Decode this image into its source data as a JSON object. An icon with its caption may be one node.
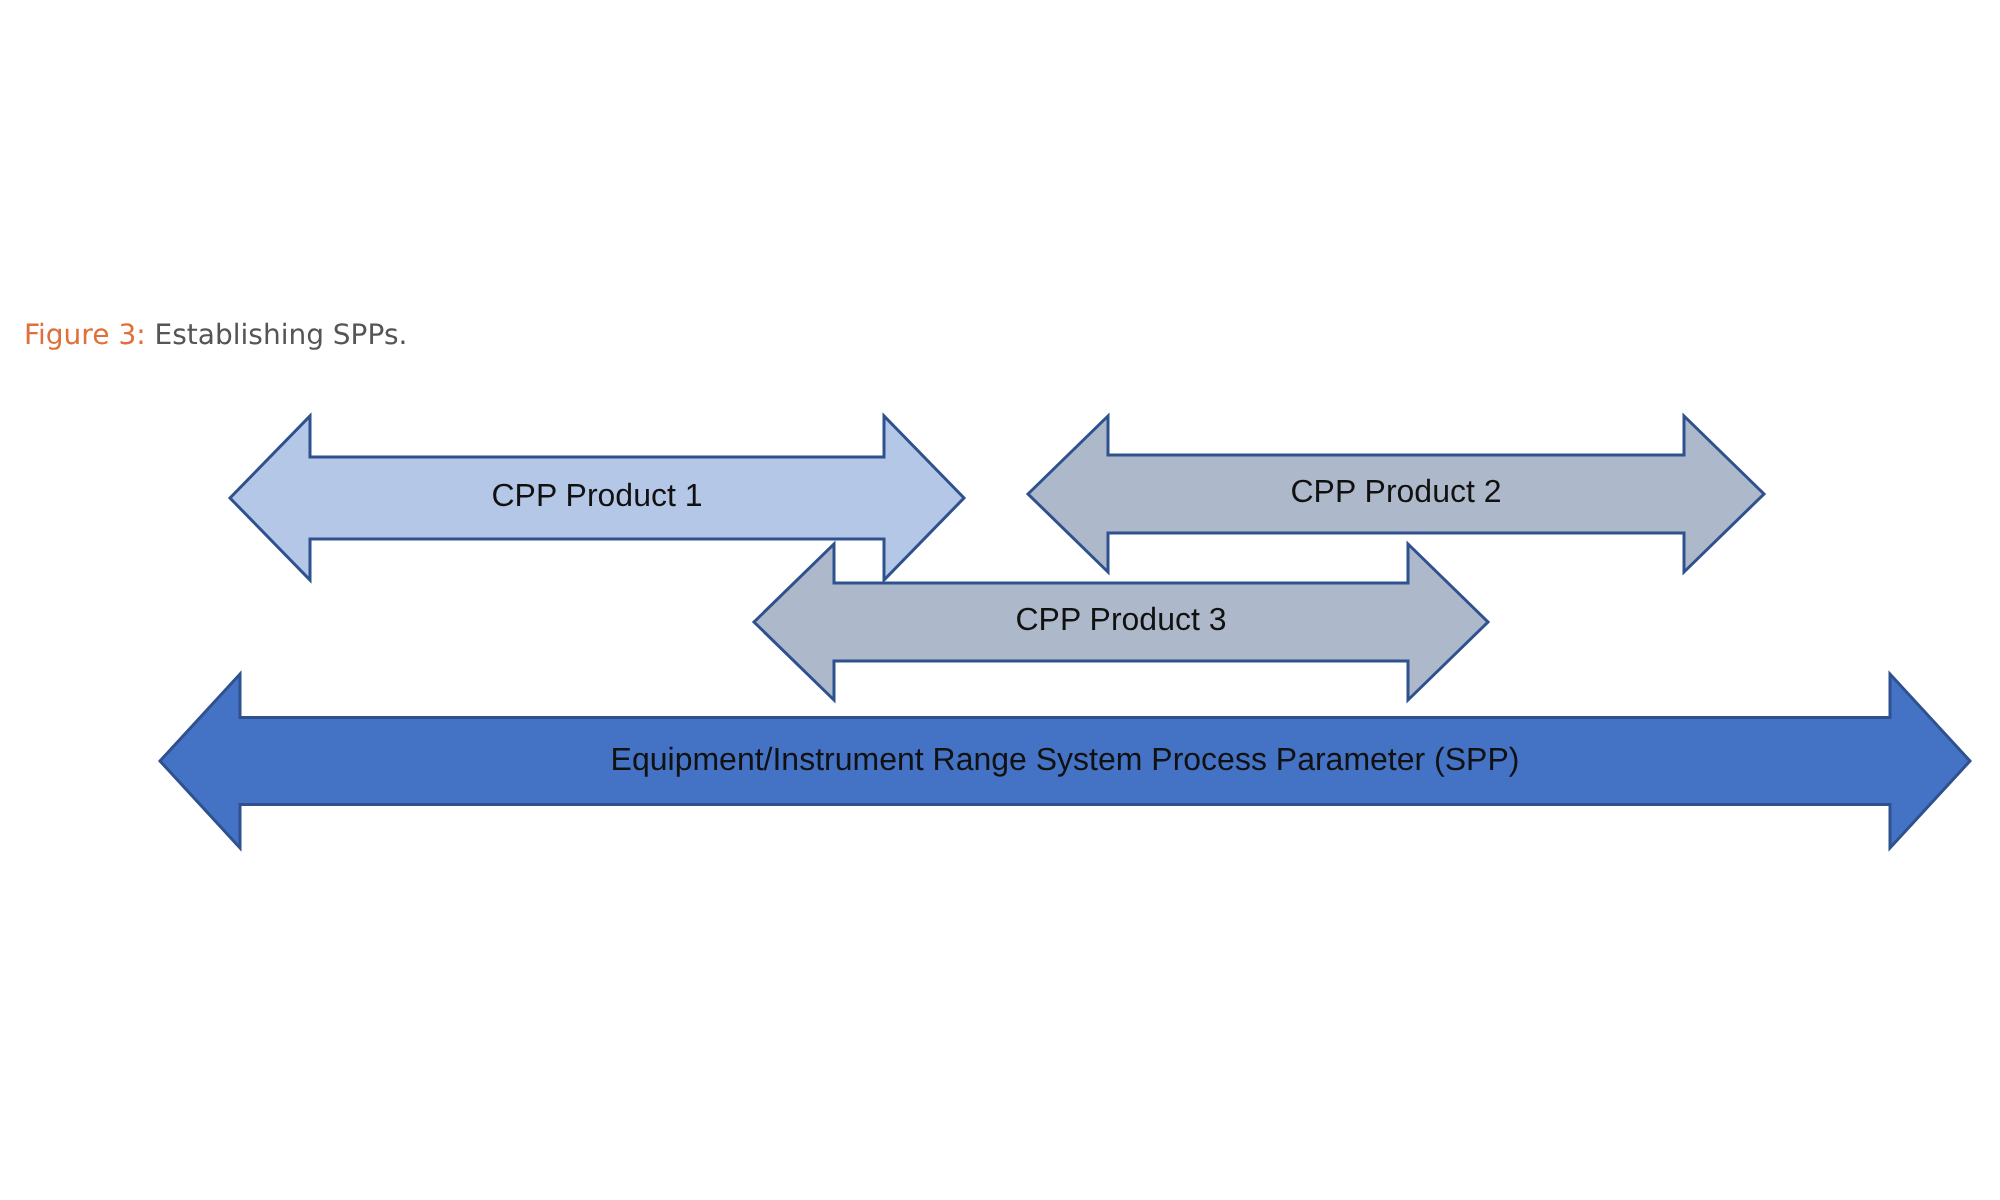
{
  "diagram": {
    "title": "**Figure 3:** Establishing SPPs.",
    "nodes": [
      {
        "text": [
          "CPP Product 1"
        ]
      },
      {
        "text": [
          "CPP Product 2"
        ]
      },
      {
        "text": [
          "CPP Product 3"
        ]
      },
      {
        "text": [
          "Equipment/Instrument Range System Process Parameter (SPP)"
        ]
      }
    ],
    "edges": []
  }
}
